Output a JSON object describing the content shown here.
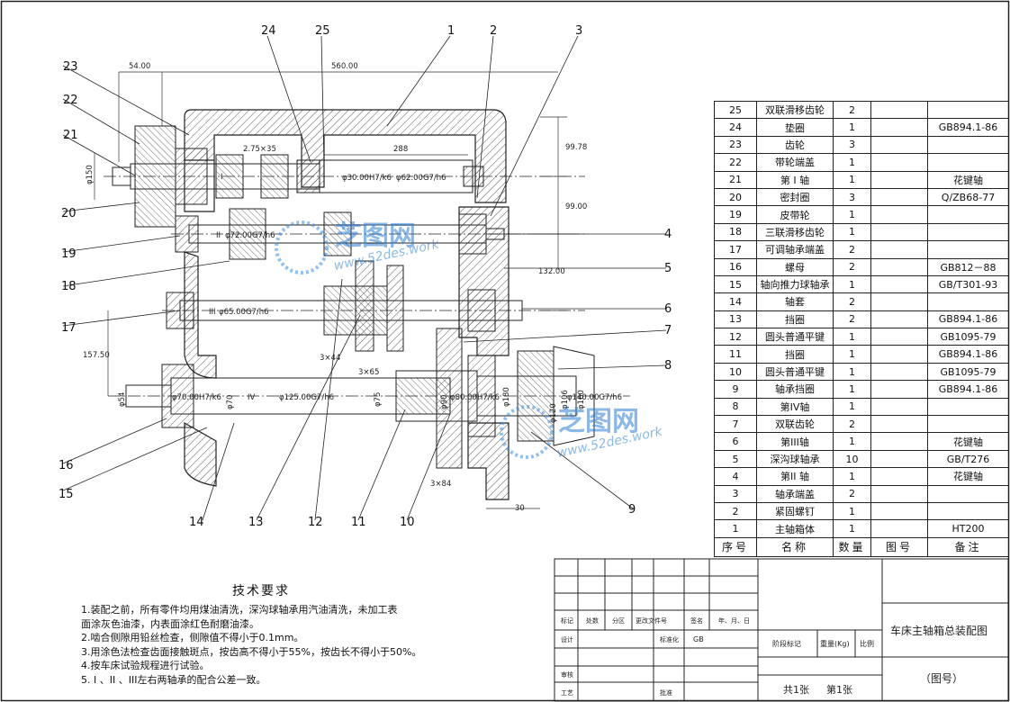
{
  "drawing": {
    "dims": {
      "overall_width": "560.00",
      "left_offset": "54.00",
      "shaft1_span": "288",
      "h1": "99.78",
      "h2": "99.00",
      "h3": "132.00",
      "h4": "157.50",
      "bottom": "30",
      "shaft1_fit": "φ30.00H7/k6",
      "shaft1_fit2": "φ62.00G7/h6",
      "shaft2_fit": "φ72.00G7/h6",
      "shaft3_fit": "φ65.00G7/h6",
      "shaft4_fit": "φ70.00H7/k6",
      "shaft4_fit2": "φ125.00G7/h6",
      "shaft4_fit3": "φ80.00H7/k6",
      "right_fit": "φ140.00G7/h6",
      "pulley_dia": "φ150",
      "shaft_label_1": "I",
      "shaft_label_2": "II",
      "shaft_label_3": "III",
      "shaft_label_4": "IV",
      "spline_1": "2.75×35",
      "spline_2": "3×44",
      "spline_3": "3×65",
      "spline_4": "3×84",
      "left_dia": "φ54",
      "d70": "φ70",
      "d75": "φ75",
      "d90": "φ90",
      "d180": "φ180",
      "d120": "φ120",
      "d106": "φ106",
      "d160": "φ160"
    },
    "callouts": [
      "1",
      "2",
      "3",
      "4",
      "5",
      "6",
      "7",
      "8",
      "9",
      "10",
      "11",
      "12",
      "13",
      "14",
      "15",
      "16",
      "17",
      "18",
      "19",
      "20",
      "21",
      "22",
      "23",
      "24",
      "25"
    ],
    "watermark": {
      "brand": "芝图网",
      "url": "www.52des.work"
    }
  },
  "tech": {
    "title": "技术要求",
    "lines": [
      "1.装配之前，所有零件均用煤油清洗，深沟球轴承用汽油清洗，未加工表",
      "面涂灰色油漆，内表面涂红色耐磨油漆。",
      "2.啮合侧隙用铅丝检查，侧隙值不得小于0.1mm。",
      "3.用涂色法检查齿面接触斑点，按齿高不得小于55%，按齿长不得小于50%。",
      "4.按车床试验规程进行试验。",
      "5. I 、II 、III左右两轴承的配合公差一致。"
    ]
  },
  "bom": {
    "header": {
      "no": "序号",
      "name": "名称",
      "qty": "数量",
      "dwg": "图号",
      "note": "备注"
    },
    "rows": [
      {
        "no": "25",
        "name": "双联滑移齿轮",
        "qty": "2",
        "dwg": "",
        "note": ""
      },
      {
        "no": "24",
        "name": "垫圈",
        "qty": "1",
        "dwg": "",
        "note": "GB894.1-86"
      },
      {
        "no": "23",
        "name": "齿轮",
        "qty": "3",
        "dwg": "",
        "note": ""
      },
      {
        "no": "22",
        "name": "带轮端盖",
        "qty": "1",
        "dwg": "",
        "note": ""
      },
      {
        "no": "21",
        "name": "第 I 轴",
        "qty": "1",
        "dwg": "",
        "note": "花键轴"
      },
      {
        "no": "20",
        "name": "密封圈",
        "qty": "3",
        "dwg": "",
        "note": "Q/ZB68-77"
      },
      {
        "no": "19",
        "name": "皮带轮",
        "qty": "1",
        "dwg": "",
        "note": ""
      },
      {
        "no": "18",
        "name": "三联滑移齿轮",
        "qty": "1",
        "dwg": "",
        "note": ""
      },
      {
        "no": "17",
        "name": "可调轴承端盖",
        "qty": "2",
        "dwg": "",
        "note": ""
      },
      {
        "no": "16",
        "name": "螺母",
        "qty": "2",
        "dwg": "",
        "note": "GB812－88"
      },
      {
        "no": "15",
        "name": "轴向推力球轴承",
        "qty": "1",
        "dwg": "",
        "note": "GB/T301-93"
      },
      {
        "no": "14",
        "name": "轴套",
        "qty": "2",
        "dwg": "",
        "note": ""
      },
      {
        "no": "13",
        "name": "挡圈",
        "qty": "2",
        "dwg": "",
        "note": "GB894.1-86"
      },
      {
        "no": "12",
        "name": "圆头普通平键",
        "qty": "1",
        "dwg": "",
        "note": "GB1095-79"
      },
      {
        "no": "11",
        "name": "挡圈",
        "qty": "1",
        "dwg": "",
        "note": "GB894.1-86"
      },
      {
        "no": "10",
        "name": "圆头普通平键",
        "qty": "1",
        "dwg": "",
        "note": "GB1095-79"
      },
      {
        "no": "9",
        "name": "轴承挡圈",
        "qty": "1",
        "dwg": "",
        "note": "GB894.1-86"
      },
      {
        "no": "8",
        "name": "第IV轴",
        "qty": "1",
        "dwg": "",
        "note": ""
      },
      {
        "no": "7",
        "name": "双联齿轮",
        "qty": "2",
        "dwg": "",
        "note": ""
      },
      {
        "no": "6",
        "name": "第III轴",
        "qty": "1",
        "dwg": "",
        "note": "花键轴"
      },
      {
        "no": "5",
        "name": "深沟球轴承",
        "qty": "10",
        "dwg": "",
        "note": "GB/T276"
      },
      {
        "no": "4",
        "name": "第II 轴",
        "qty": "1",
        "dwg": "",
        "note": "花键轴"
      },
      {
        "no": "3",
        "name": "轴承端盖",
        "qty": "2",
        "dwg": "",
        "note": ""
      },
      {
        "no": "2",
        "name": "紧固螺钉",
        "qty": "1",
        "dwg": "",
        "note": ""
      },
      {
        "no": "1",
        "name": "主轴箱体",
        "qty": "1",
        "dwg": "",
        "note": "HT200"
      }
    ]
  },
  "titleblock": {
    "drawing_title": "车床主轴箱总装配图",
    "drawing_no": "（图号）",
    "sheets": "共1张",
    "sheet_no": "第1张",
    "stage": "阶段标记",
    "weight": "重量(Kg)",
    "scale": "比例",
    "std": "GB",
    "std_label": "标准化",
    "col_mark": "标记",
    "col_count": "处数",
    "col_zone": "分区",
    "col_doc": "更改文件号",
    "col_sign": "签名",
    "col_date": "年、月、日",
    "design": "设计",
    "review": "审核",
    "process": "工艺",
    "approve": "批准"
  }
}
